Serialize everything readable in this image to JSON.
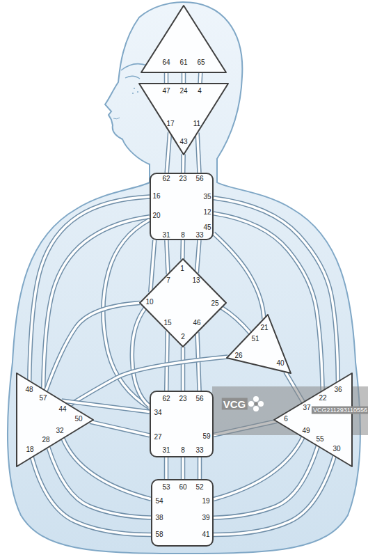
{
  "diagram": {
    "nodes": [
      {
        "text": [
          "64",
          "61",
          "65"
        ]
      },
      {
        "text": [
          "47",
          "24",
          "4",
          "17",
          "11",
          "43"
        ]
      },
      {
        "text": [
          "62",
          "23",
          "56",
          "16",
          "35",
          "12",
          "20",
          "45",
          "31",
          "8",
          "33"
        ]
      },
      {
        "text": [
          "1",
          "7",
          "13",
          "10",
          "25",
          "15",
          "46",
          "2"
        ]
      },
      {
        "text": [
          "21",
          "51",
          "26",
          "40"
        ]
      },
      {
        "text": [
          "48",
          "57",
          "44",
          "50",
          "32",
          "28",
          "18"
        ]
      },
      {
        "text": [
          "62",
          "23",
          "56",
          "34",
          "27",
          "59",
          "31",
          "8",
          "33"
        ]
      },
      {
        "text": [
          "36",
          "22",
          "37",
          "6",
          "49",
          "55",
          "30"
        ]
      },
      {
        "text": [
          "53",
          "60",
          "52",
          "54",
          "19",
          "38",
          "39",
          "58",
          "41"
        ]
      }
    ],
    "edges": [
      {
        "from": 0,
        "to": 1,
        "arrow": "none"
      },
      {
        "from": 0,
        "to": 1,
        "arrow": "none"
      },
      {
        "from": 0,
        "to": 1,
        "arrow": "none"
      },
      {
        "from": 1,
        "to": 2,
        "arrow": "none"
      },
      {
        "from": 1,
        "to": 2,
        "arrow": "none"
      },
      {
        "from": 1,
        "to": 2,
        "arrow": "none"
      },
      {
        "from": 2,
        "to": 3,
        "arrow": "none"
      },
      {
        "from": 2,
        "to": 3,
        "arrow": "none"
      },
      {
        "from": 2,
        "to": 3,
        "arrow": "none"
      },
      {
        "from": 2,
        "to": 3,
        "arrow": "none"
      },
      {
        "from": 2,
        "to": 4,
        "arrow": "none"
      },
      {
        "from": 2,
        "to": 5,
        "arrow": "none"
      },
      {
        "from": 2,
        "to": 5,
        "arrow": "none"
      },
      {
        "from": 2,
        "to": 6,
        "arrow": "none"
      },
      {
        "from": 2,
        "to": 7,
        "arrow": "none"
      },
      {
        "from": 2,
        "to": 7,
        "arrow": "none"
      },
      {
        "from": 3,
        "to": 4,
        "arrow": "none"
      },
      {
        "from": 3,
        "to": 5,
        "arrow": "none"
      },
      {
        "from": 3,
        "to": 6,
        "arrow": "none"
      },
      {
        "from": 3,
        "to": 6,
        "arrow": "none"
      },
      {
        "from": 3,
        "to": 6,
        "arrow": "none"
      },
      {
        "from": 3,
        "to": 6,
        "arrow": "none"
      },
      {
        "from": 4,
        "to": 5,
        "arrow": "none"
      },
      {
        "from": 4,
        "to": 7,
        "arrow": "none"
      },
      {
        "from": 6,
        "to": 5,
        "arrow": "none"
      },
      {
        "from": 6,
        "to": 5,
        "arrow": "none"
      },
      {
        "from": 6,
        "to": 7,
        "arrow": "none"
      },
      {
        "from": 6,
        "to": 8,
        "arrow": "none"
      },
      {
        "from": 6,
        "to": 8,
        "arrow": "none"
      },
      {
        "from": 6,
        "to": 8,
        "arrow": "none"
      },
      {
        "from": 5,
        "to": 8,
        "arrow": "none"
      },
      {
        "from": 5,
        "to": 8,
        "arrow": "none"
      },
      {
        "from": 5,
        "to": 8,
        "arrow": "none"
      },
      {
        "from": 7,
        "to": 8,
        "arrow": "none"
      },
      {
        "from": 7,
        "to": 8,
        "arrow": "none"
      },
      {
        "from": 7,
        "to": 8,
        "arrow": "none"
      }
    ],
    "labels": [
      "VCG",
      "VCG211293110556"
    ]
  }
}
